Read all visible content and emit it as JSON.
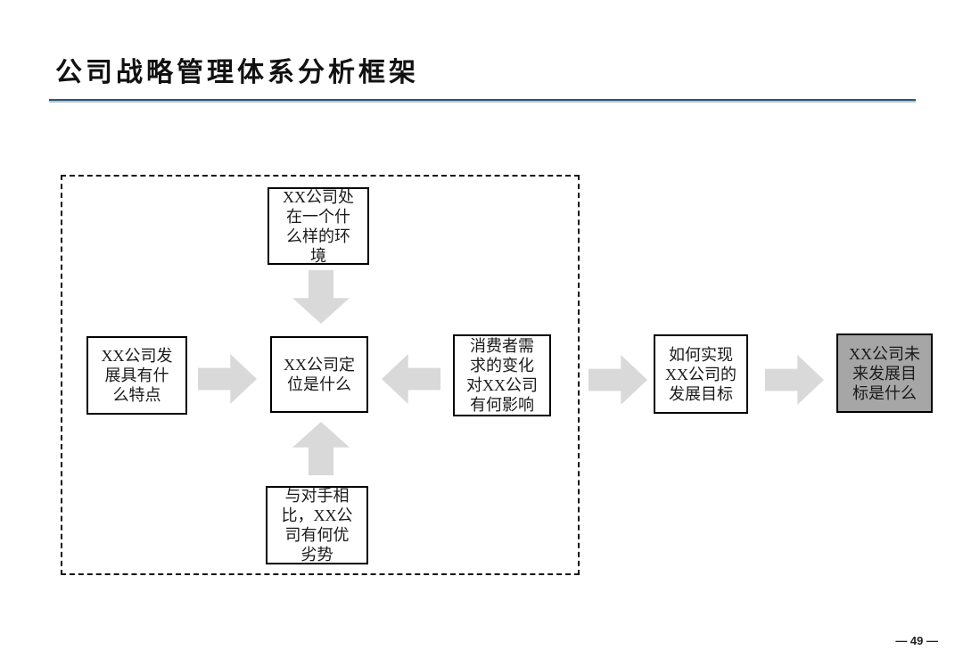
{
  "slide": {
    "title": "公司战略管理体系分析框架",
    "page_number": "— 49 —"
  },
  "diagram": {
    "nodes": {
      "environment": [
        "XX公司处",
        "在一个什",
        "么样的环",
        "境"
      ],
      "features": [
        "XX公司发",
        "展具有什",
        "么特点"
      ],
      "position": [
        "XX公司定",
        "位是什么"
      ],
      "consumer": [
        "消费者需",
        "求的变化",
        "对XX公司",
        "有何影响"
      ],
      "competitor": [
        "与对手相",
        "比，XX公",
        "司有何优",
        "劣势"
      ],
      "realize": [
        "如何实现",
        "XX公司的",
        "发展目标"
      ],
      "goal": [
        "XX公司未",
        "来发展目",
        "标是什么"
      ]
    }
  },
  "colors": {
    "arrow_fill": "#d9d9d9",
    "box_border": "#000000",
    "highlight_fill": "#a6a6a6",
    "rule_color": "#27587a",
    "text_color": "#1a1a1a"
  }
}
